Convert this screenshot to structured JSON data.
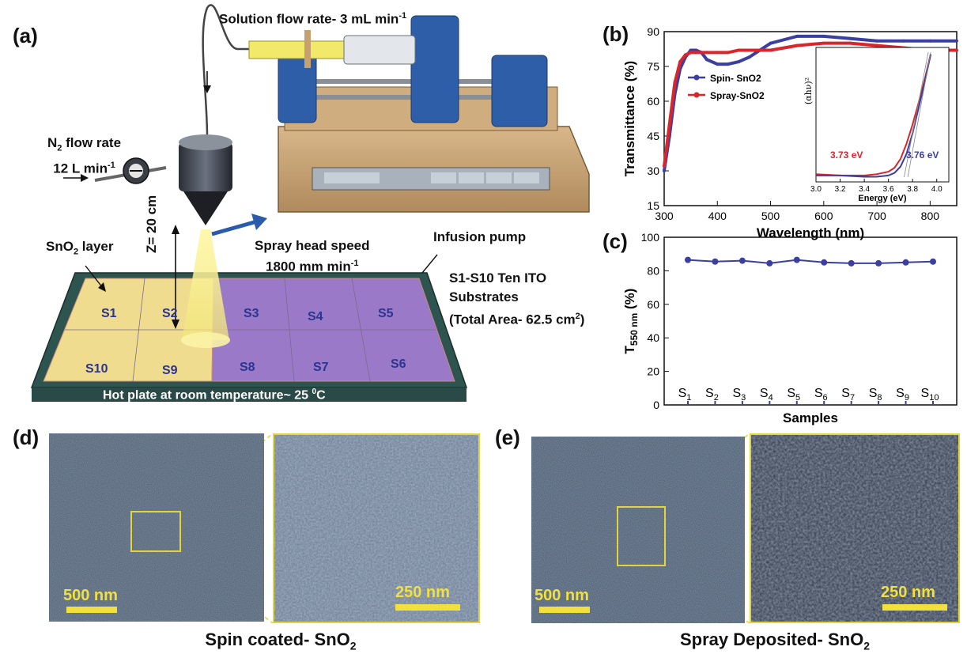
{
  "panels": {
    "a": "(a)",
    "b": "(b)",
    "c": "(c)",
    "d": "(d)",
    "e": "(e)"
  },
  "schematic": {
    "solution_flow": "Solution flow rate- 3 mL min",
    "solution_flow_sup": "-1",
    "n2_line1": "N",
    "n2_sub": "2",
    "n2_line1_rest": " flow rate",
    "n2_line2": "12 L min",
    "n2_line2_sup": "-1",
    "z_label": "Z= 20 cm",
    "spray_speed_line1": "Spray head speed",
    "spray_speed_line2": "1800 mm min",
    "spray_speed_sup": "-1",
    "infusion_pump": "Infusion pump",
    "sno2_layer": "SnO",
    "sno2_layer_sub": "2",
    "sno2_layer_rest": " layer",
    "substrates_line1": "S1-S10 Ten ITO",
    "substrates_line2": "Substrates",
    "substrates_line3": "(Total Area- 62.5 cm",
    "substrates_line3_sup": "2",
    "substrates_line3_end": ")",
    "hot_plate": "Hot plate  at room temperature~ 25 ",
    "hot_plate_sup": "0",
    "hot_plate_end": "C",
    "tiles": [
      "S1",
      "S2",
      "S3",
      "S4",
      "S5",
      "S10",
      "S9",
      "S8",
      "S7",
      "S6"
    ]
  },
  "chart_data": [
    {
      "type": "line",
      "panel": "b",
      "xlabel": "Wavelength (nm)",
      "ylabel": "Transmittance (%)",
      "xlim": [
        300,
        850
      ],
      "ylim": [
        15,
        90
      ],
      "xticks": [
        300,
        400,
        500,
        600,
        700,
        800
      ],
      "yticks": [
        15,
        30,
        45,
        60,
        75,
        90
      ],
      "legend": "top-left",
      "series": [
        {
          "name": "Spin- SnO2",
          "color": "#3b3fa0",
          "x": [
            300,
            310,
            320,
            330,
            340,
            350,
            360,
            370,
            380,
            400,
            420,
            440,
            460,
            480,
            500,
            550,
            600,
            650,
            700,
            750,
            800,
            850
          ],
          "y": [
            30,
            45,
            63,
            74,
            79,
            82,
            82,
            81,
            78,
            76,
            76,
            77,
            79,
            82,
            85,
            88,
            88,
            87,
            86,
            86,
            86,
            86
          ]
        },
        {
          "name": "Spray-SnO2",
          "color": "#d8262c",
          "x": [
            300,
            310,
            320,
            330,
            340,
            350,
            360,
            370,
            380,
            400,
            420,
            440,
            460,
            480,
            500,
            550,
            600,
            650,
            700,
            750,
            800,
            850
          ],
          "y": [
            32,
            50,
            68,
            77,
            80,
            81,
            81,
            81,
            81,
            81,
            81,
            82,
            82,
            82,
            82,
            84,
            85,
            85,
            84,
            83,
            82,
            82
          ]
        }
      ],
      "inset": {
        "type": "line",
        "xlabel": "Energy (eV)",
        "ylabel": "(αhν)²",
        "xlim": [
          3.0,
          4.1
        ],
        "xticks": [
          3.0,
          3.2,
          3.4,
          3.6,
          3.8,
          4.0
        ],
        "annotations": [
          "3.73 eV",
          "3.76 eV"
        ],
        "series": [
          {
            "name": "Spray",
            "color": "#d8262c",
            "x": [
              3.0,
              3.2,
              3.4,
              3.5,
              3.6,
              3.65,
              3.7,
              3.75,
              3.8,
              3.85,
              3.9,
              3.95
            ],
            "y": [
              0.06,
              0.05,
              0.05,
              0.06,
              0.08,
              0.11,
              0.18,
              0.3,
              0.45,
              0.62,
              0.8,
              1.0
            ]
          },
          {
            "name": "Spin",
            "color": "#3b3fa0",
            "x": [
              3.0,
              3.2,
              3.4,
              3.5,
              3.6,
              3.65,
              3.7,
              3.75,
              3.8,
              3.85,
              3.9,
              3.95
            ],
            "y": [
              0.05,
              0.05,
              0.04,
              0.04,
              0.05,
              0.07,
              0.12,
              0.22,
              0.38,
              0.58,
              0.78,
              1.0
            ]
          }
        ]
      }
    },
    {
      "type": "line",
      "panel": "c",
      "xlabel": "Samples",
      "ylabel": "T550 nm (%)",
      "ylim": [
        0,
        100
      ],
      "yticks": [
        0,
        20,
        40,
        60,
        80,
        100
      ],
      "categories": [
        "S1",
        "S2",
        "S3",
        "S4",
        "S5",
        "S6",
        "S7",
        "S8",
        "S9",
        "S10"
      ],
      "series": [
        {
          "color": "#3b3fa0",
          "values": [
            86.5,
            85.5,
            86,
            84.5,
            86.5,
            85,
            84.5,
            84.5,
            85,
            85.5
          ]
        }
      ]
    }
  ],
  "sem": {
    "d_scale_left": "500 nm",
    "d_scale_right": "250 nm",
    "e_scale_left": "500 nm",
    "e_scale_right": "250 nm",
    "d_caption": "Spin coated- SnO",
    "d_caption_sub": "2",
    "e_caption": "Spray Deposited- SnO",
    "e_caption_sub": "2"
  }
}
